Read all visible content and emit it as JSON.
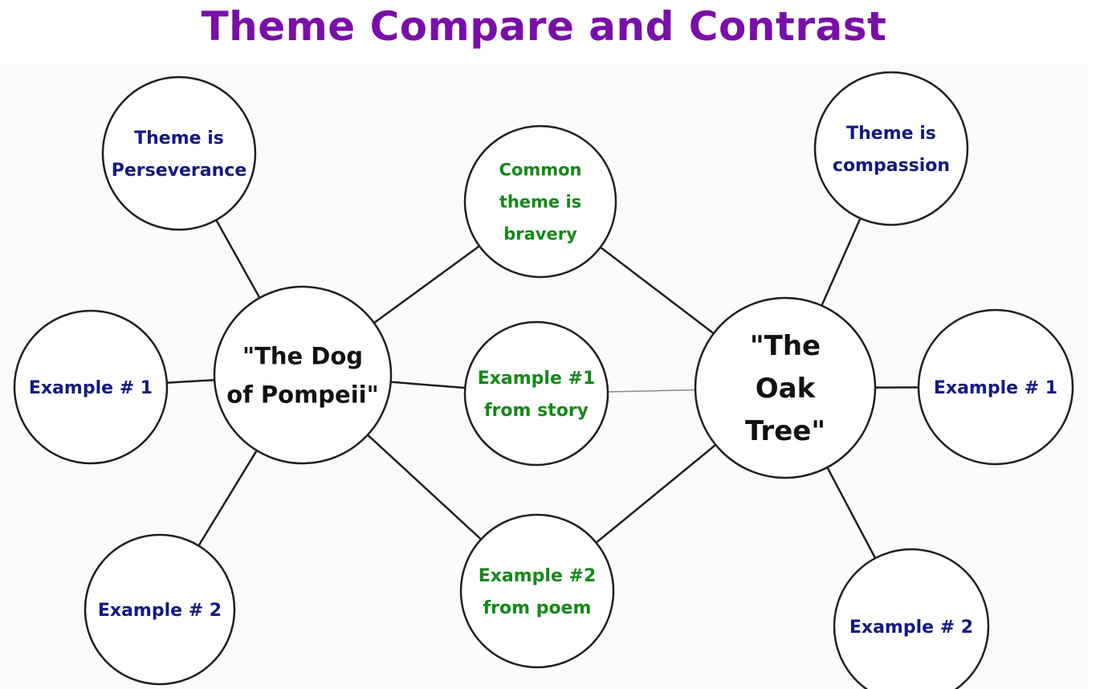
{
  "title": "Theme Compare and Contrast",
  "colors": {
    "title": "#7a0fa8",
    "navy": "#141a7e",
    "green": "#15881a",
    "black": "#111111"
  },
  "nodes": {
    "left_theme": {
      "lines": [
        "Theme is",
        "Perseverance"
      ]
    },
    "left_example_1": {
      "lines": [
        "Example # 1"
      ]
    },
    "left_center": {
      "lines": [
        "\"The Dog",
        "of Pompeii\""
      ]
    },
    "left_example_2": {
      "lines": [
        "Example # 2"
      ]
    },
    "common_theme": {
      "lines": [
        "Common",
        "theme is",
        "bravery"
      ]
    },
    "middle_example_1": {
      "lines": [
        "Example #1",
        "from story"
      ]
    },
    "middle_example_2": {
      "lines": [
        "Example #2",
        "from poem"
      ]
    },
    "right_center": {
      "lines": [
        "\"The",
        "Oak",
        "Tree\""
      ]
    },
    "right_theme": {
      "lines": [
        "Theme is",
        "compassion"
      ]
    },
    "right_example_1": {
      "lines": [
        "Example # 1"
      ]
    },
    "right_example_2": {
      "lines": [
        "Example # 2"
      ]
    }
  }
}
